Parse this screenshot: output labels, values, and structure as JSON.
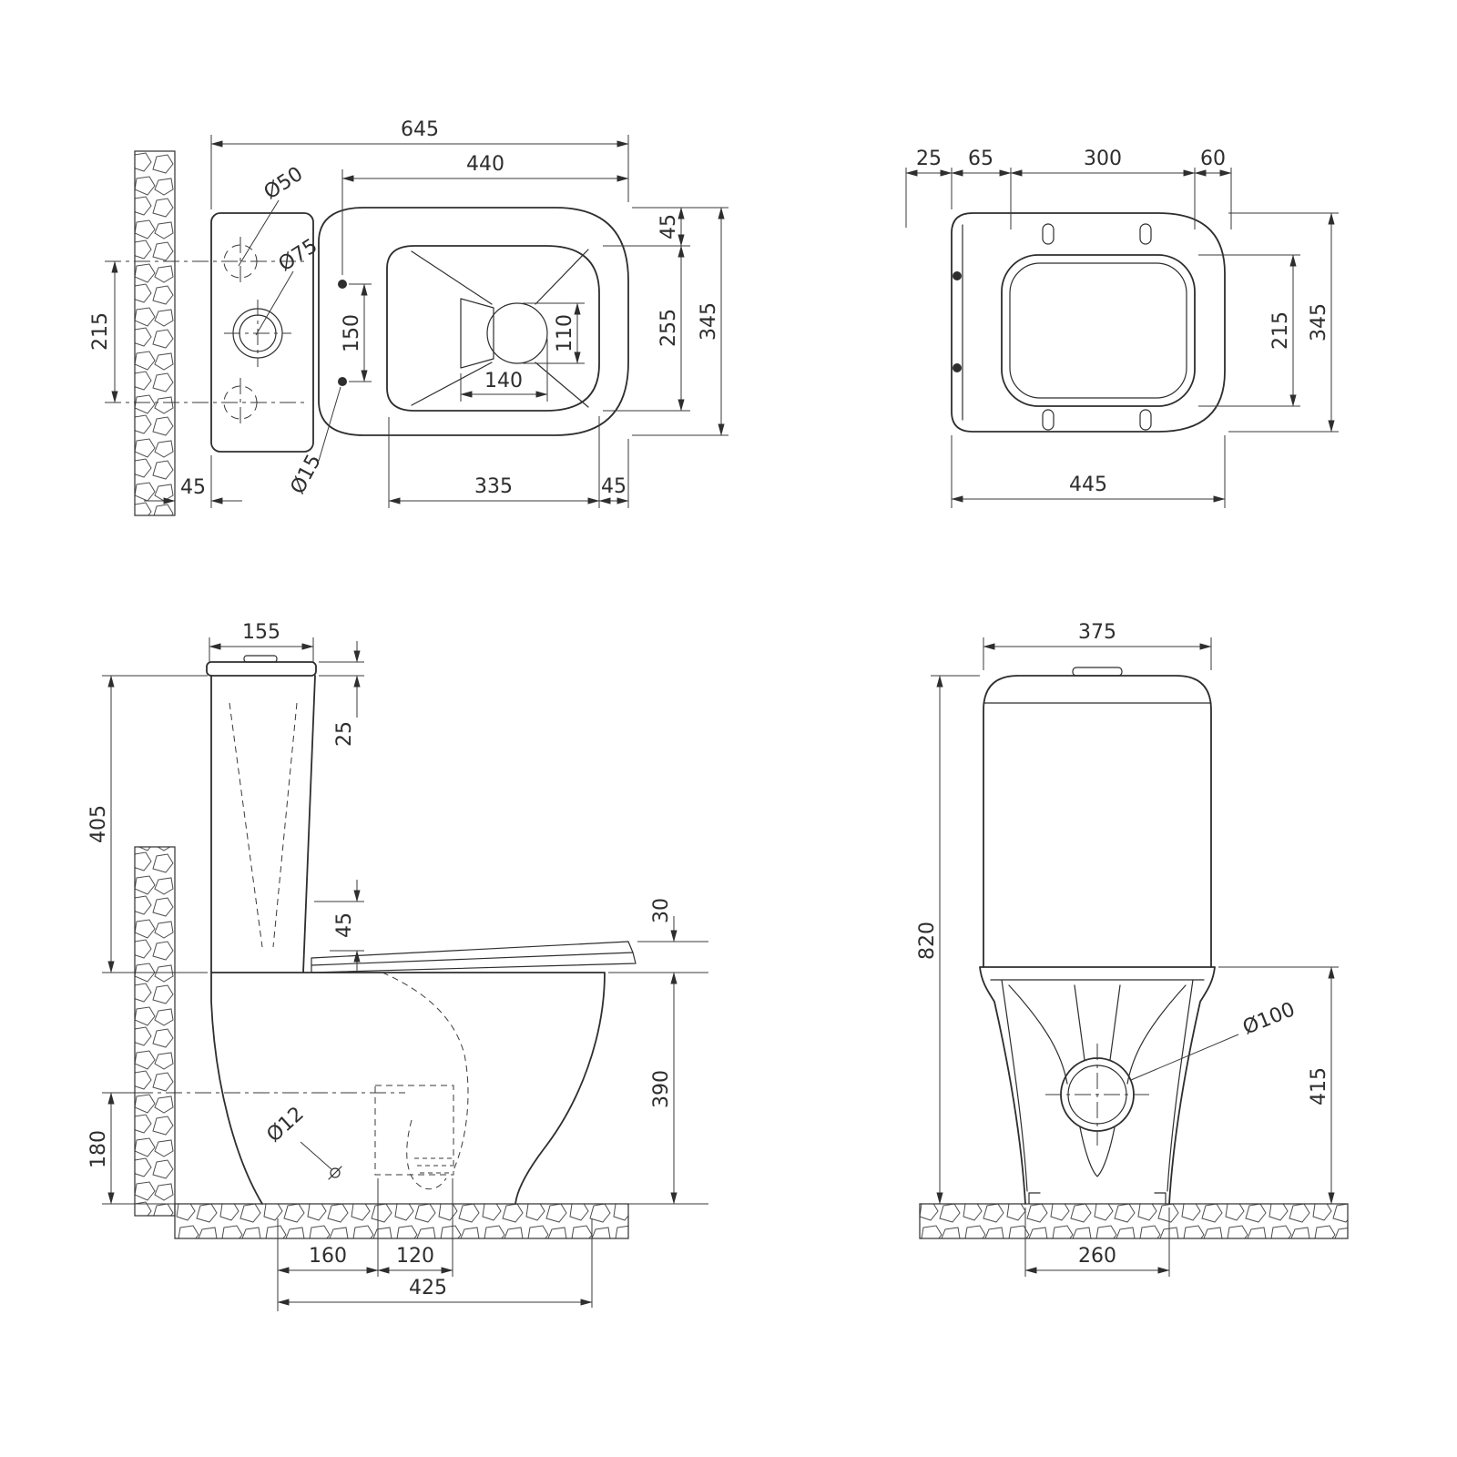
{
  "colors": {
    "line": "#2e2e2e",
    "background": "#ffffff"
  },
  "views": {
    "plan": {
      "dims": {
        "total_length": "645",
        "bowl_length": "440",
        "rim_top_inset": "45",
        "opening_depth": "255",
        "bowl_width": "345",
        "inlet_spacing": "215",
        "wall_gap": "45",
        "opening_length": "335",
        "rim_side_inset": "45",
        "inlet_hole": "Ø50",
        "valve_hole": "Ø75",
        "seat_bolt_hole": "Ø15",
        "seat_bolt_spacing": "150",
        "drain_depth": "110",
        "drain_length": "140"
      }
    },
    "seat": {
      "dims": {
        "offset_a": "25",
        "offset_b": "65",
        "hinge_span": "300",
        "offset_c": "60",
        "inner_depth": "215",
        "outer_depth": "345",
        "total_length": "445"
      }
    },
    "side": {
      "dims": {
        "tank_depth": "155",
        "lid_height": "25",
        "tank_height": "405",
        "seat_rise": "45",
        "seat_thickness": "30",
        "bowl_height": "390",
        "outlet_height": "180",
        "fixing_hole": "Ø12",
        "outlet_offset": "160",
        "outlet_width": "120",
        "base_depth": "425"
      }
    },
    "front": {
      "dims": {
        "tank_width": "375",
        "total_height": "820",
        "drain_hole": "Ø100",
        "rim_height": "415",
        "base_width": "260"
      }
    }
  }
}
